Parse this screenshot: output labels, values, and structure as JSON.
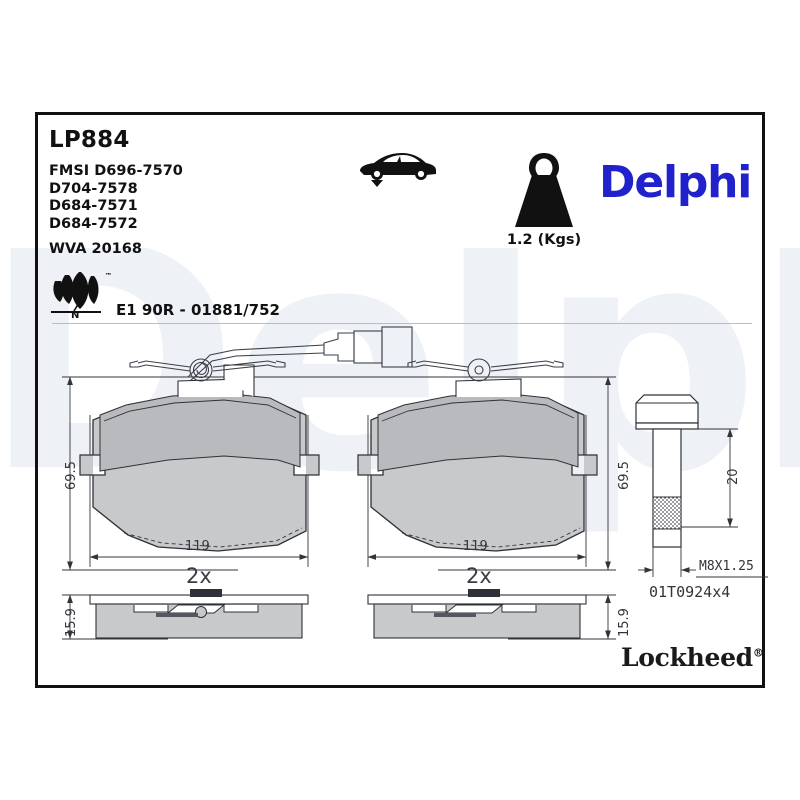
{
  "document": {
    "watermark_text": "Delphi"
  },
  "header": {
    "part_code": "LP884",
    "fmsi_lines": [
      "FMSI D696-7570",
      "D704-7578",
      "D684-7571",
      "D684-7572"
    ],
    "wva_code": "WVA 20168",
    "eco_mark": {
      "icon": "leaf-icon",
      "trademark_symbol": "™",
      "letter": "N"
    },
    "ece_approval": "E1 90R - 01881/752",
    "car_icon": "car-front-axle-icon",
    "weight": {
      "icon": "weight-icon",
      "label": "1.2 (Kgs)"
    },
    "brand": "Delphi",
    "brand_color": "#2222cc"
  },
  "drawing": {
    "left_pad": {
      "height_dim": "69.5",
      "width_dim": "119",
      "thickness_dim": "15.9",
      "quantity": "2x"
    },
    "right_pad": {
      "height_dim": "69.5",
      "width_dim": "119",
      "thickness_dim": "15.9",
      "quantity": "2x"
    },
    "bolt": {
      "length_dim": "20",
      "thread_spec": "M8X1.25",
      "part_number": "01T0924x4"
    }
  },
  "footer": {
    "secondary_brand": "Lockheed",
    "registered_symbol": "®"
  }
}
